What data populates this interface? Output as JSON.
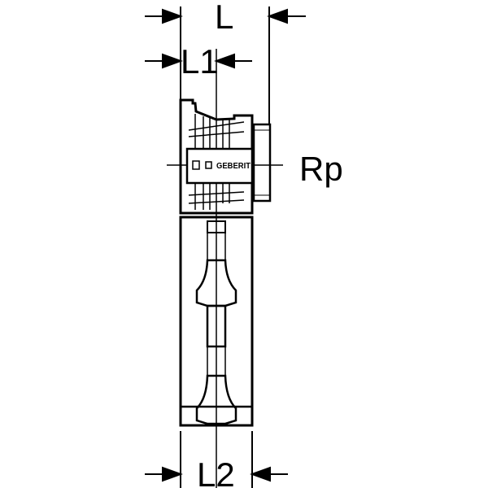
{
  "drawing": {
    "dimensions": {
      "L": "L",
      "L1": "L1",
      "L2": "L2",
      "Rp": "Rp"
    },
    "brand_mark": "GEBERIT",
    "colors": {
      "line": "#000000",
      "background": "#ffffff"
    }
  }
}
